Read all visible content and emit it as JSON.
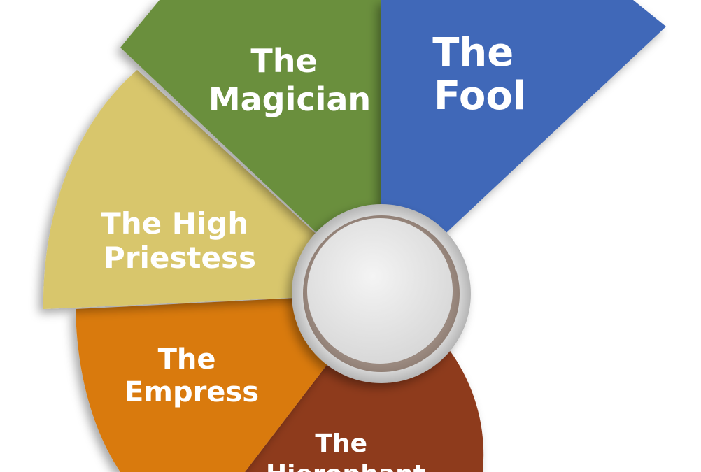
{
  "segments": [
    {
      "id": "fool",
      "lines": [
        "The",
        "Fool"
      ],
      "color": "#3f68b8"
    },
    {
      "id": "magician",
      "lines": [
        "The",
        "Magician"
      ],
      "color": "#6a8f3c"
    },
    {
      "id": "high-priestess",
      "lines": [
        "The High",
        "Priestess"
      ],
      "color": "#d8c66c"
    },
    {
      "id": "empress",
      "lines": [
        "The",
        "Empress"
      ],
      "color": "#d97a0b"
    },
    {
      "id": "hierophant",
      "lines": [
        "The",
        "Hierophant"
      ],
      "color": "#8e3a1b"
    }
  ],
  "hub": {
    "ring_color": "#c9c9c9",
    "inner_color": "#e4e4e4"
  }
}
